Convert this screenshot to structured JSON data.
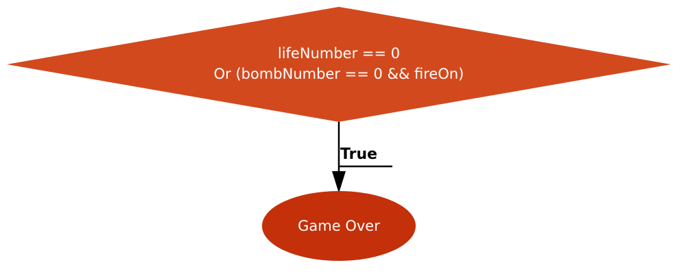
{
  "colors": {
    "decision_fill": "#D2491E",
    "terminal_fill": "#C3300A",
    "edge": "#000000",
    "node_text": "#FFFFFF"
  },
  "nodes": {
    "decision": {
      "shape": "diamond",
      "line1": "lifeNumber == 0",
      "line2": "Or (bombNumber == 0 && fireOn)"
    },
    "terminal": {
      "shape": "ellipse",
      "label": "Game Over"
    }
  },
  "edges": [
    {
      "from": "decision",
      "to": "terminal",
      "label": "True"
    }
  ]
}
